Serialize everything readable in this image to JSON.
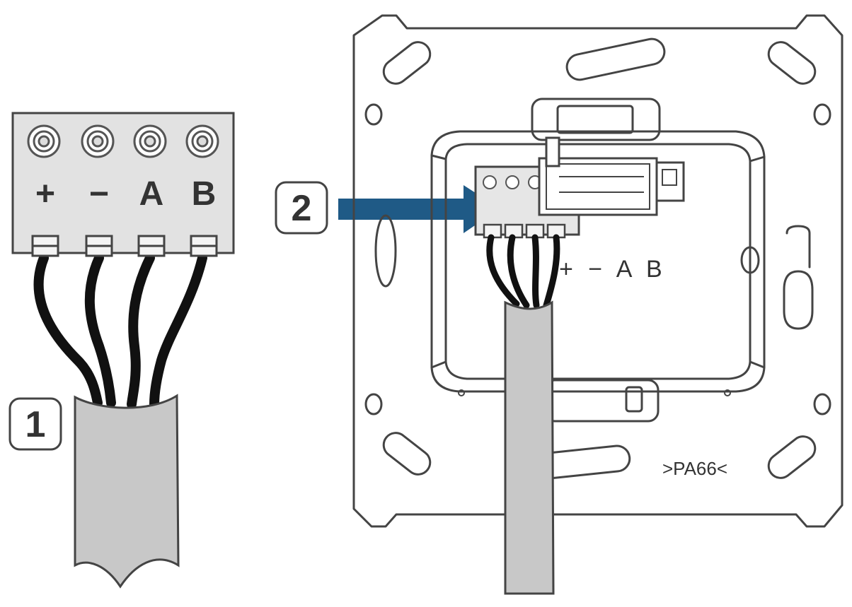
{
  "steps": {
    "step1": "1",
    "step2": "2"
  },
  "terminal_block": {
    "labels": [
      "+",
      "−",
      "A",
      "B"
    ]
  },
  "mounting_plate": {
    "terminal_labels": "+ − A B",
    "material_marking": ">PA66<"
  },
  "colors": {
    "arrow": "#1f5a86",
    "cable_sheath": "#c8c8c8",
    "terminal_block": "#e2e2e2",
    "wire": "#111111",
    "outline": "#444444"
  }
}
